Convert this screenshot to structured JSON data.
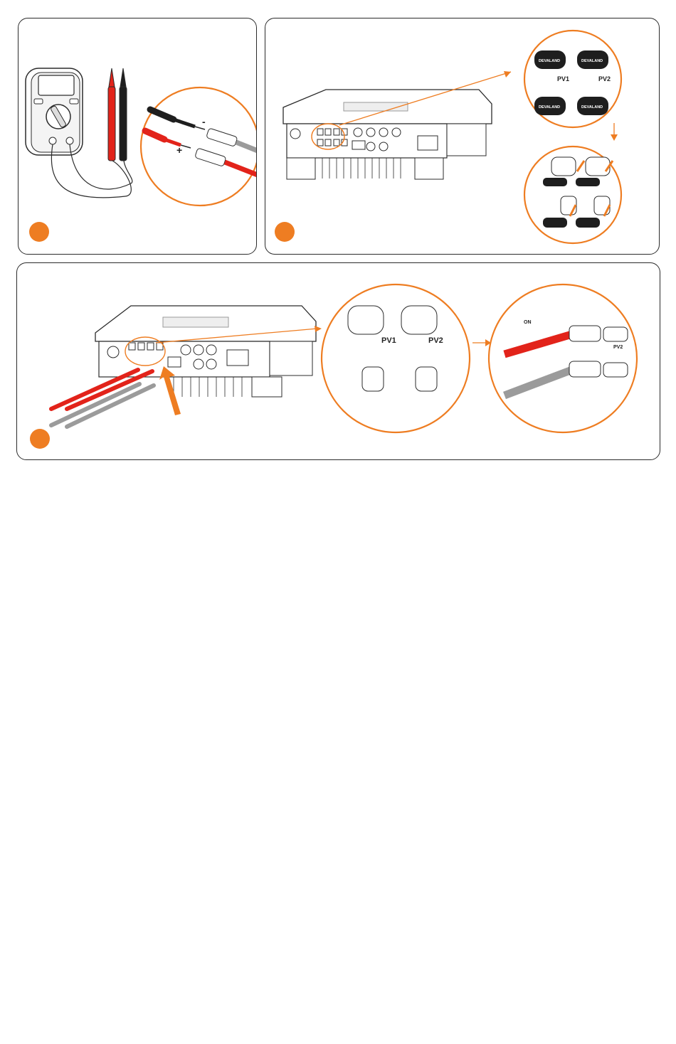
{
  "panels": {
    "meter": {
      "polarity_negative": "-",
      "polarity_positive": "+"
    },
    "remove_caps": {
      "port_labels": [
        "PV1",
        "PV2"
      ],
      "cap_brand": "DEVALAND"
    },
    "connect": {
      "port_labels": [
        "PV1",
        "PV2"
      ],
      "switch_label": "ON"
    }
  },
  "colors": {
    "accent": "#ee7d22",
    "positive_cable": "#e2231a",
    "negative_cable": "#9b9b9b",
    "probe_black": "#1e1e1e",
    "outline": "#2b2b2b"
  },
  "icons": [
    "multimeter-icon",
    "inverter-icon",
    "arrow-icon"
  ]
}
